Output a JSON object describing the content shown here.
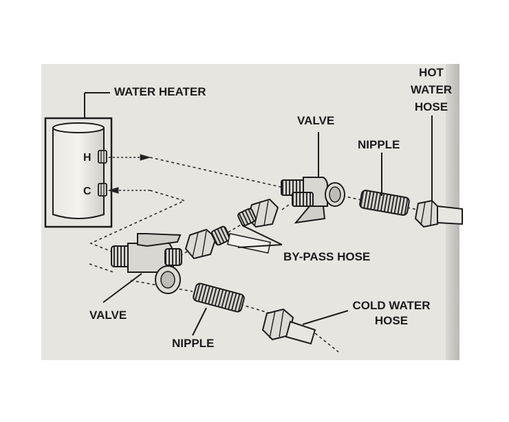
{
  "labels": {
    "water_heater": "WATER HEATER",
    "hot_h": "H",
    "cold_c": "C",
    "valve_top": "VALVE",
    "nipple_top": "NIPPLE",
    "hot_water_hose_1": "HOT",
    "hot_water_hose_2": "WATER",
    "hot_water_hose_3": "HOSE",
    "bypass_hose": "BY-PASS HOSE",
    "valve_bottom": "VALVE",
    "nipple_bottom": "NIPPLE",
    "cold_water_hose_1": "COLD WATER",
    "cold_water_hose_2": "HOSE"
  }
}
